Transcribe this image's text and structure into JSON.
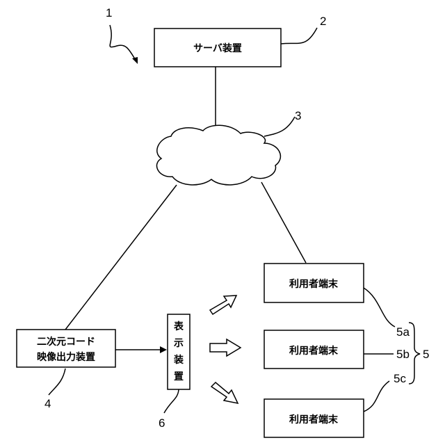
{
  "nodes": {
    "server": {
      "label": "サーバ装置",
      "ref": "2"
    },
    "network": {
      "ref": "3"
    },
    "code_output": {
      "label_line1": "二次元コード",
      "label_line2": "映像出力装置",
      "ref": "4"
    },
    "display": {
      "label_chars": [
        "表",
        "示",
        "装",
        "置"
      ],
      "ref": "6"
    },
    "terminal_a": {
      "label": "利用者端末",
      "ref": "5a"
    },
    "terminal_b": {
      "label": "利用者端末",
      "ref": "5b"
    },
    "terminal_c": {
      "label": "利用者端末",
      "ref": "5c"
    },
    "terminal_group": {
      "ref": "5"
    },
    "system": {
      "ref": "1"
    }
  }
}
